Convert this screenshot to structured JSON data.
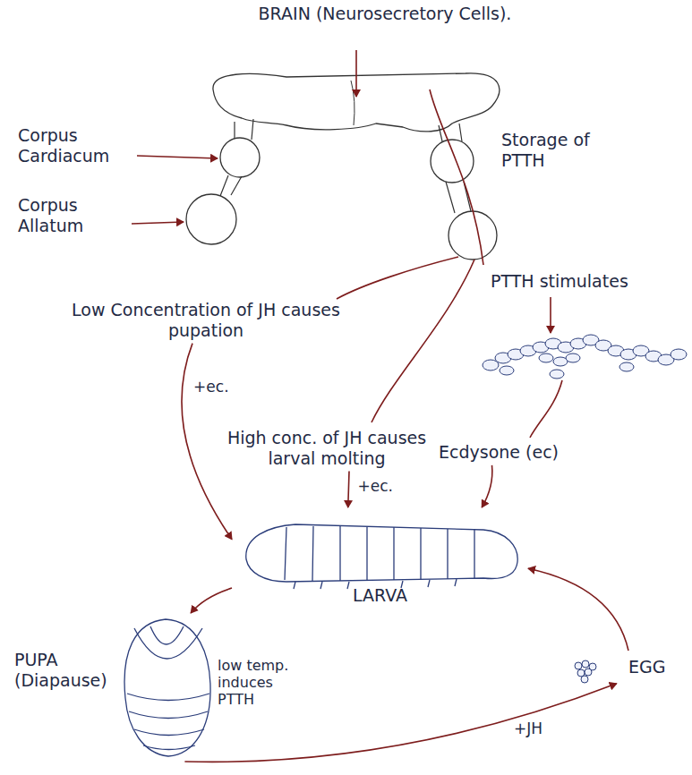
{
  "diagram": {
    "nodes": [
      {
        "text": [
          "BRAIN (Neurosecretory Cells)."
        ]
      },
      {
        "text": [
          "Corpus Cardiacum"
        ]
      },
      {
        "text": [
          "Corpus Allatum"
        ]
      },
      {
        "text": [
          "Storage of PTTH"
        ]
      },
      {
        "text": [
          "PTTH stimulates"
        ]
      },
      {
        "text": [
          "Low Concentration of JH causes pupation"
        ]
      },
      {
        "text": [
          "High conc. of JH causes larval molting"
        ]
      },
      {
        "text": [
          "Ecdysone (ec)"
        ]
      },
      {
        "text": [
          "LARVA"
        ]
      },
      {
        "text": [
          "PUPA (Diapause)"
        ]
      },
      {
        "text": [
          "low temp. induces PTTH"
        ]
      },
      {
        "text": [
          "EGG"
        ]
      }
    ],
    "edges": [
      {
        "from": 5,
        "to": 8,
        "label": "+ec.",
        "arrow": "to"
      },
      {
        "from": 6,
        "to": 8,
        "label": "+ec.",
        "arrow": "to"
      },
      {
        "from": 7,
        "to": 8,
        "arrow": "to"
      },
      {
        "from": 8,
        "to": 9,
        "arrow": "to"
      },
      {
        "from": 11,
        "to": 8,
        "arrow": "to"
      },
      {
        "from": 9,
        "to": 11,
        "label": "+JH",
        "arrow": "to"
      }
    ]
  }
}
